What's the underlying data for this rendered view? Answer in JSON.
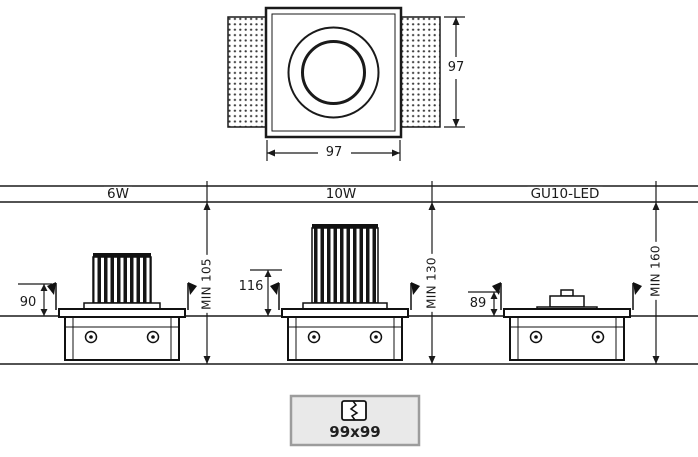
{
  "top_view": {
    "width_dim": "97",
    "height_dim": "97"
  },
  "variants": [
    {
      "label": "6W",
      "height_dim": "90",
      "min_recess": "MIN 105"
    },
    {
      "label": "10W",
      "height_dim": "116",
      "min_recess": "MIN 130"
    },
    {
      "label": "GU10-LED",
      "height_dim": "89",
      "min_recess": "MIN 160"
    }
  ],
  "cutout": {
    "size": "99x99",
    "icon": "cutout-icon"
  },
  "colors": {
    "line": "#1a1a1a",
    "cutout_box_fill": "#e9e9e9",
    "cutout_box_border": "#9c9c9c"
  }
}
